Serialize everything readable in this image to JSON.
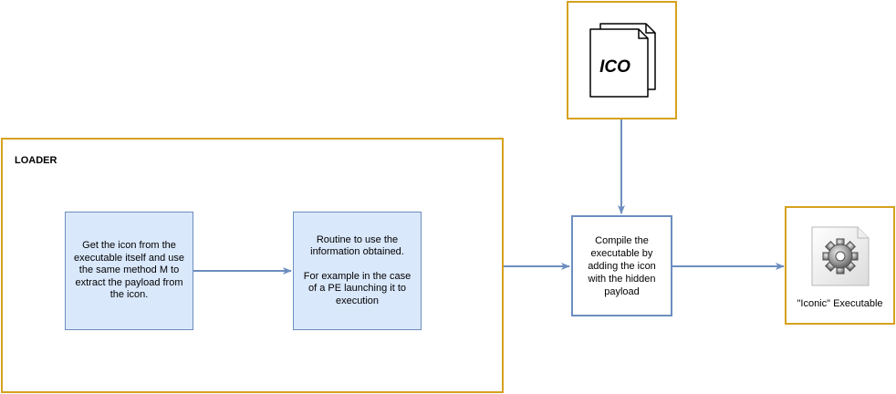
{
  "loader": {
    "title": "LOADER"
  },
  "steps": {
    "step1": "Get the icon from the executable itself and use the same method M to extract the payload from the icon.",
    "step2_line1": "Routine to use the information obtained.",
    "step2_line2": "For example in the case of a PE launching it to execution"
  },
  "compile": {
    "text": "Compile the executable by adding the icon with the hidden payload"
  },
  "ico": {
    "label": "ICO",
    "icon": "stacked-documents-icon"
  },
  "output": {
    "label": "\"Iconic\" Executable",
    "icon": "executable-gear-icon"
  },
  "colors": {
    "container_border": "#d6a11e",
    "node_fill": "#dae8fc",
    "node_border": "#6c8ebf",
    "edge": "#6c8ebf"
  }
}
